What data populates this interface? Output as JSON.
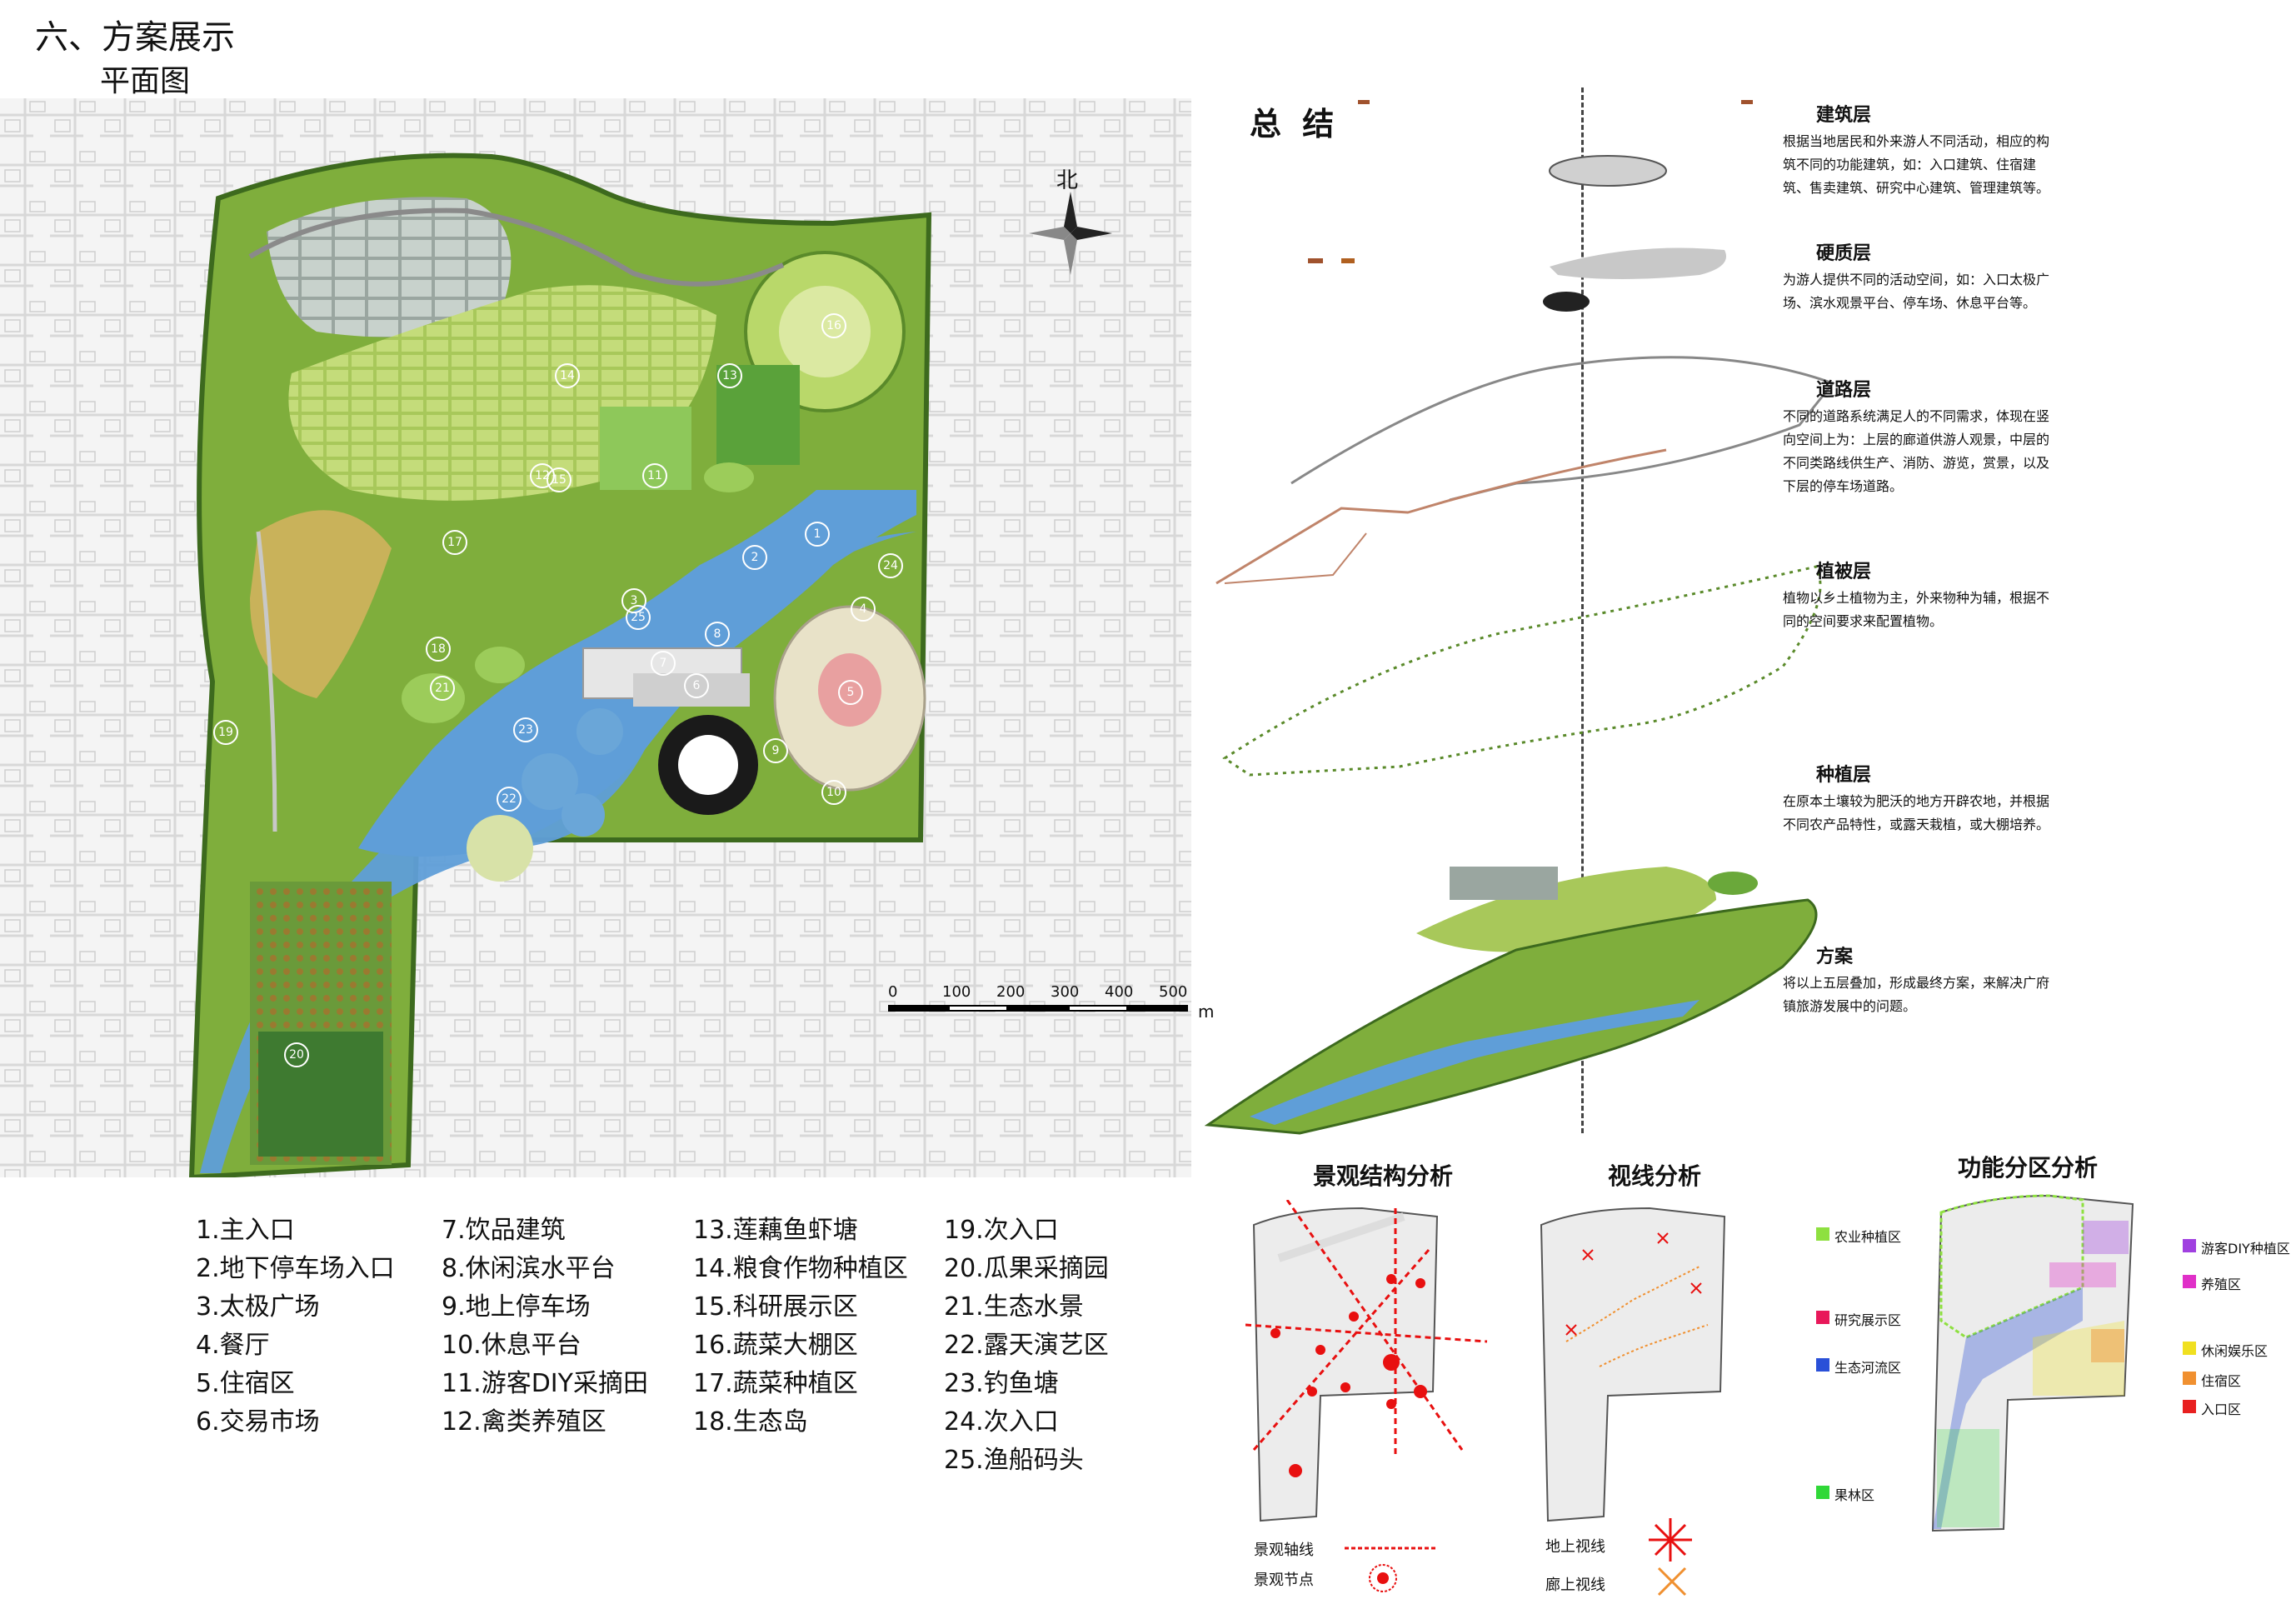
{
  "header": {
    "section_title": "六、方案展示",
    "sub_title": "平面图"
  },
  "map": {
    "north_label": "北",
    "scale": {
      "ticks": [
        "0",
        "100",
        "200",
        "300",
        "400",
        "500"
      ],
      "unit": "m"
    },
    "zone_numbers": [
      "1",
      "2",
      "3",
      "4",
      "5",
      "6",
      "7",
      "8",
      "9",
      "10",
      "11",
      "12",
      "13",
      "14",
      "15",
      "16",
      "17",
      "18",
      "19",
      "20",
      "21",
      "22",
      "23",
      "24",
      "25"
    ]
  },
  "legend": [
    [
      "1.主入口",
      "2.地下停车场入口",
      "3.太极广场",
      "4.餐厅",
      "5.住宿区",
      "6.交易市场"
    ],
    [
      "7.饮品建筑",
      "8.休闲滨水平台",
      "9.地上停车场",
      "10.休息平台",
      "11.游客DIY采摘田",
      "12.禽类养殖区"
    ],
    [
      "13.莲藕鱼虾塘",
      "14.粮食作物种植区",
      "15.科研展示区",
      "16.蔬菜大棚区",
      "17.蔬菜种植区",
      "18.生态岛"
    ],
    [
      "19.次入口",
      "20.瓜果采摘园",
      "21.生态水景",
      "22.露天演艺区",
      "23.钓鱼塘",
      "24.次入口",
      "25.渔船码头"
    ]
  ],
  "summary": {
    "title": "总 结",
    "layers": [
      {
        "name": "建筑层",
        "desc": "根据当地居民和外来游人不同活动，相应的构筑不同的功能建筑，如：入口建筑、住宿建筑、售卖建筑、研究中心建筑、管理建筑等。"
      },
      {
        "name": "硬质层",
        "desc": "为游人提供不同的活动空间，如：入口太极广场、滨水观景平台、停车场、休息平台等。"
      },
      {
        "name": "道路层",
        "desc": "不同的道路系统满足人的不同需求，体现在竖向空间上为：上层的廊道供游人观景，中层的不同类路线供生产、消防、游览，赏景，以及下层的停车场道路。"
      },
      {
        "name": "植被层",
        "desc": "植物以乡土植物为主，外来物种为辅，根据不同的空间要求来配置植物。"
      },
      {
        "name": "种植层",
        "desc": "在原本土壤较为肥沃的地方开辟农地，并根据不同农产品特性，或露天栽植，或大棚培养。"
      },
      {
        "name": "方案",
        "desc": "将以上五层叠加，形成最终方案，来解决广府镇旅游发展中的问题。"
      }
    ]
  },
  "analysis": {
    "landscape": {
      "title": "景观结构分析",
      "axis_label": "景观轴线",
      "node_label": "景观节点"
    },
    "sight": {
      "title": "视线分析",
      "ground_label": "地上视线",
      "corridor_label": "廊上视线"
    },
    "function": {
      "title": "功能分区分析",
      "zones_left": [
        {
          "label": "农业种植区",
          "color": "#8ee040"
        },
        {
          "label": "研究展示区",
          "color": "#e8185a"
        },
        {
          "label": "生态河流区",
          "color": "#2a50d8"
        },
        {
          "label": "果林区",
          "color": "#30d838"
        }
      ],
      "zones_right": [
        {
          "label": "游客DIY种植区",
          "color": "#a040e0"
        },
        {
          "label": "养殖区",
          "color": "#e030c8"
        },
        {
          "label": "休闲娱乐区",
          "color": "#f0e020"
        },
        {
          "label": "住宿区",
          "color": "#f09030"
        },
        {
          "label": "入口区",
          "color": "#e82020"
        }
      ]
    }
  }
}
